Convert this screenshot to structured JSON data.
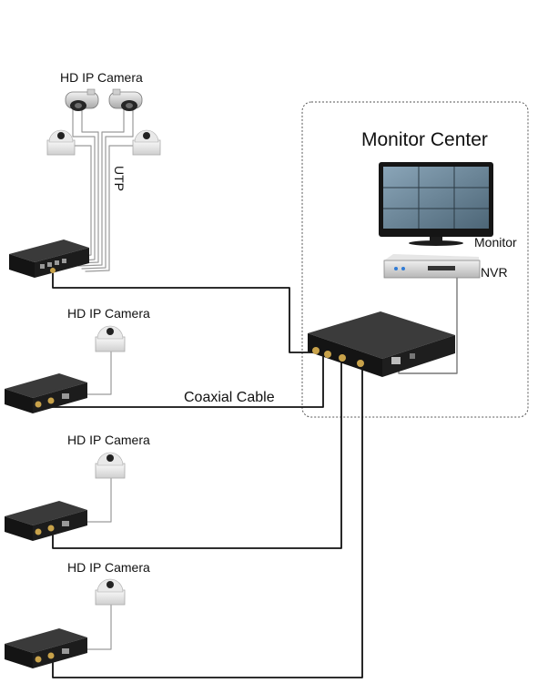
{
  "labels": {
    "top_camera_group": "HD IP Camera",
    "utp": "UTP",
    "monitor_center": "Monitor Center",
    "monitor": "Monitor",
    "nvr": "NVR",
    "coaxial_cable": "Coaxial Cable",
    "camera_2": "HD IP Camera",
    "camera_3": "HD IP Camera",
    "camera_4": "HD IP Camera"
  },
  "colors": {
    "device_body": "#1c1c1c",
    "device_top": "#3a3a3a",
    "coax_cable": "#111111",
    "utp_cable": "#9a9a9a",
    "dashed_border": "#555555",
    "nvr_body": "#d9d9d9"
  }
}
